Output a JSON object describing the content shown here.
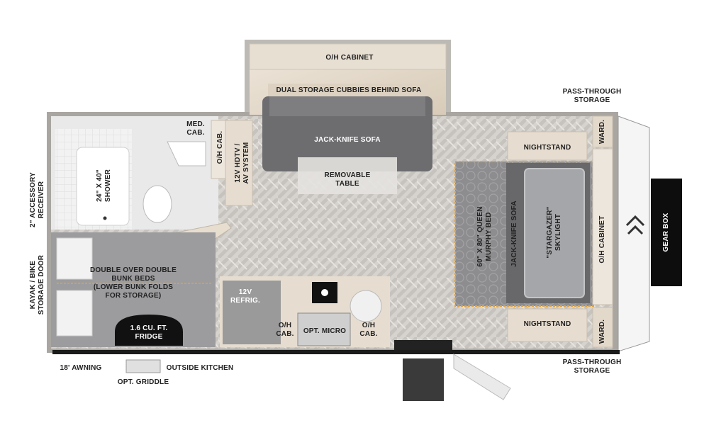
{
  "labels": {
    "oh_cabinet_top": "O/H CABINET",
    "dual_storage": "DUAL STORAGE CUBBIES BEHIND SOFA",
    "jack_knife_sofa_top": "JACK-KNIFE SOFA",
    "removable_table": "REMOVABLE\nTABLE",
    "pass_through_top": "PASS-THROUGH\nSTORAGE",
    "pass_through_bottom": "PASS-THROUGH\nSTORAGE",
    "nightstand_top": "NIGHTSTAND",
    "nightstand_bottom": "NIGHTSTAND",
    "ward_top": "WARD.",
    "ward_bottom": "WARD.",
    "oh_cabinet_right": "O/H CABINET",
    "gear_box": "GEAR BOX",
    "murphy_bed": "60\" X 80\" QUEEN\nMURPHY BED",
    "jack_knife_sofa_right": "JACK-KNIFE SOFA",
    "skylight": "\"STARGAZER\"\nSKYLIGHT",
    "med_cab": "MED.\nCAB.",
    "oh_cab_small": "O/H CAB.",
    "hdtv": "12V HDTV /\nAV SYSTEM",
    "shower": "24\" X 40\"\nSHOWER",
    "accessory_receiver": "2\" ACCESSORY\nRECEIVER",
    "kayak_door": "KAYAK / BIKE\nSTORAGE DOOR",
    "bunk_beds": "DOUBLE OVER DOUBLE\nBUNK BEDS\n(LOWER BUNK FOLDS\nFOR STORAGE)",
    "fridge_small": "1.6 CU. FT.\nFRIDGE",
    "refrig": "12V REFRIG.",
    "oh_cab_left": "O/H\nCAB.",
    "opt_micro": "OPT. MICRO",
    "oh_cab_right": "O/H\nCAB.",
    "awning": "18' AWNING",
    "outside_kitchen": "OUTSIDE KITCHEN",
    "opt_griddle": "OPT. GRIDDLE"
  },
  "colors": {
    "wall": "#8c8c8c",
    "floor": "#d9d7d4",
    "cabinet": "#e6ddd0",
    "sofa": "#6f6f71",
    "bed": "#8a8a8c",
    "gearbox": "#111111",
    "accent": "#e3a23a"
  }
}
